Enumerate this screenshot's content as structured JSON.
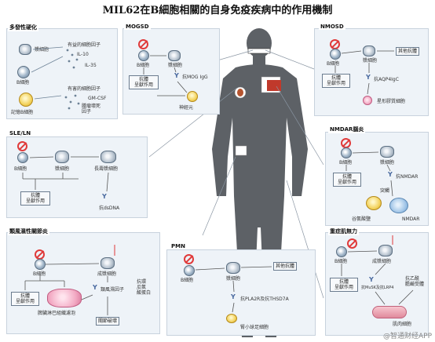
{
  "title": "MIL62在B細胞相關的自身免疫疾病中的作用機制",
  "colors": {
    "panel_bg": "#eef3f8",
    "panel_border": "#c8d2dd",
    "body": "#5d6166",
    "no_sign": "#e03a3a",
    "antibody": "#4a6aa0"
  },
  "panels": {
    "ms": {
      "title": "多發性硬化",
      "plasma_cell": "漿細胞",
      "b_cell": "B細胞",
      "memory_b": "記憶B細胞",
      "good_cytokines": "有益的細胞因子",
      "il10": "IL-10",
      "il35": "IL-35",
      "bad_cytokines": "有害的細胞因子",
      "gmcsf": "GM-CSF",
      "tnf": "腫瘤壞死\n因子"
    },
    "mogsd": {
      "title": "MOGSD",
      "b_cell": "B細胞",
      "plasma_cell": "漿細胞",
      "antigen_presentation": "抗體\n呈獻作用",
      "anti_mog": "抗MOG IgG",
      "neuron": "神經元"
    },
    "nmosd": {
      "title": "NMOSD",
      "b_cell": "B細胞",
      "plasma_cell": "漿細胞",
      "other_antibodies": "其他抗體",
      "antigen_presentation": "抗體\n呈獻作用",
      "anti_aqp4": "抗AQP4IgC",
      "astrocyte": "星形膠質細胞"
    },
    "sle": {
      "title": "SLE/LN",
      "b_cell": "B細胞",
      "plasma_cell": "漿細胞",
      "long_lived": "長壽漿細胞",
      "antigen_presentation": "抗體\n呈獻作用",
      "anti_dsdna": "抗dsDNA"
    },
    "nmdar": {
      "title": "NMDAR腦炎",
      "b_cell": "B細胞",
      "plasma_cell": "漿細胞",
      "antigen_presentation": "抗體\n呈獻作用",
      "anti_nmdar": "抗NMDAR",
      "synapse": "突觸",
      "glutamate": "谷氨酸鹽",
      "nmdar": "NMDAR"
    },
    "ra": {
      "title": "類風濕性關節炎",
      "b_cell": "B細胞",
      "plasma_cell": "成漿細胞",
      "antigen_presentation": "抗體\n呈獻作用",
      "rf": "類風濕因子",
      "anti_ccp": "抗環\n瓜氨\n酸蛋白",
      "germinal": "脾臟淋巴組織濾泡",
      "joint": "關節破壞"
    },
    "pmn": {
      "title": "PMN",
      "b_cell": "B細胞",
      "plasma_cell": "漿細胞",
      "other_antibodies": "其他抗體",
      "anti_pla2r": "抗PLA2R及抗THSD7A",
      "podocyte": "腎小球足細胞"
    },
    "mg": {
      "title": "重症肌無力",
      "b_cell": "B細胞",
      "plasma_cell": "成漿細胞",
      "antigen_presentation": "抗體\n呈獻作用",
      "anti_musk": "抗MuSK及抗LRP4",
      "anti_achr": "抗乙酰\n膽鹼受體",
      "muscle": "肌肉細胞"
    }
  },
  "watermark": "@智通财经APP"
}
